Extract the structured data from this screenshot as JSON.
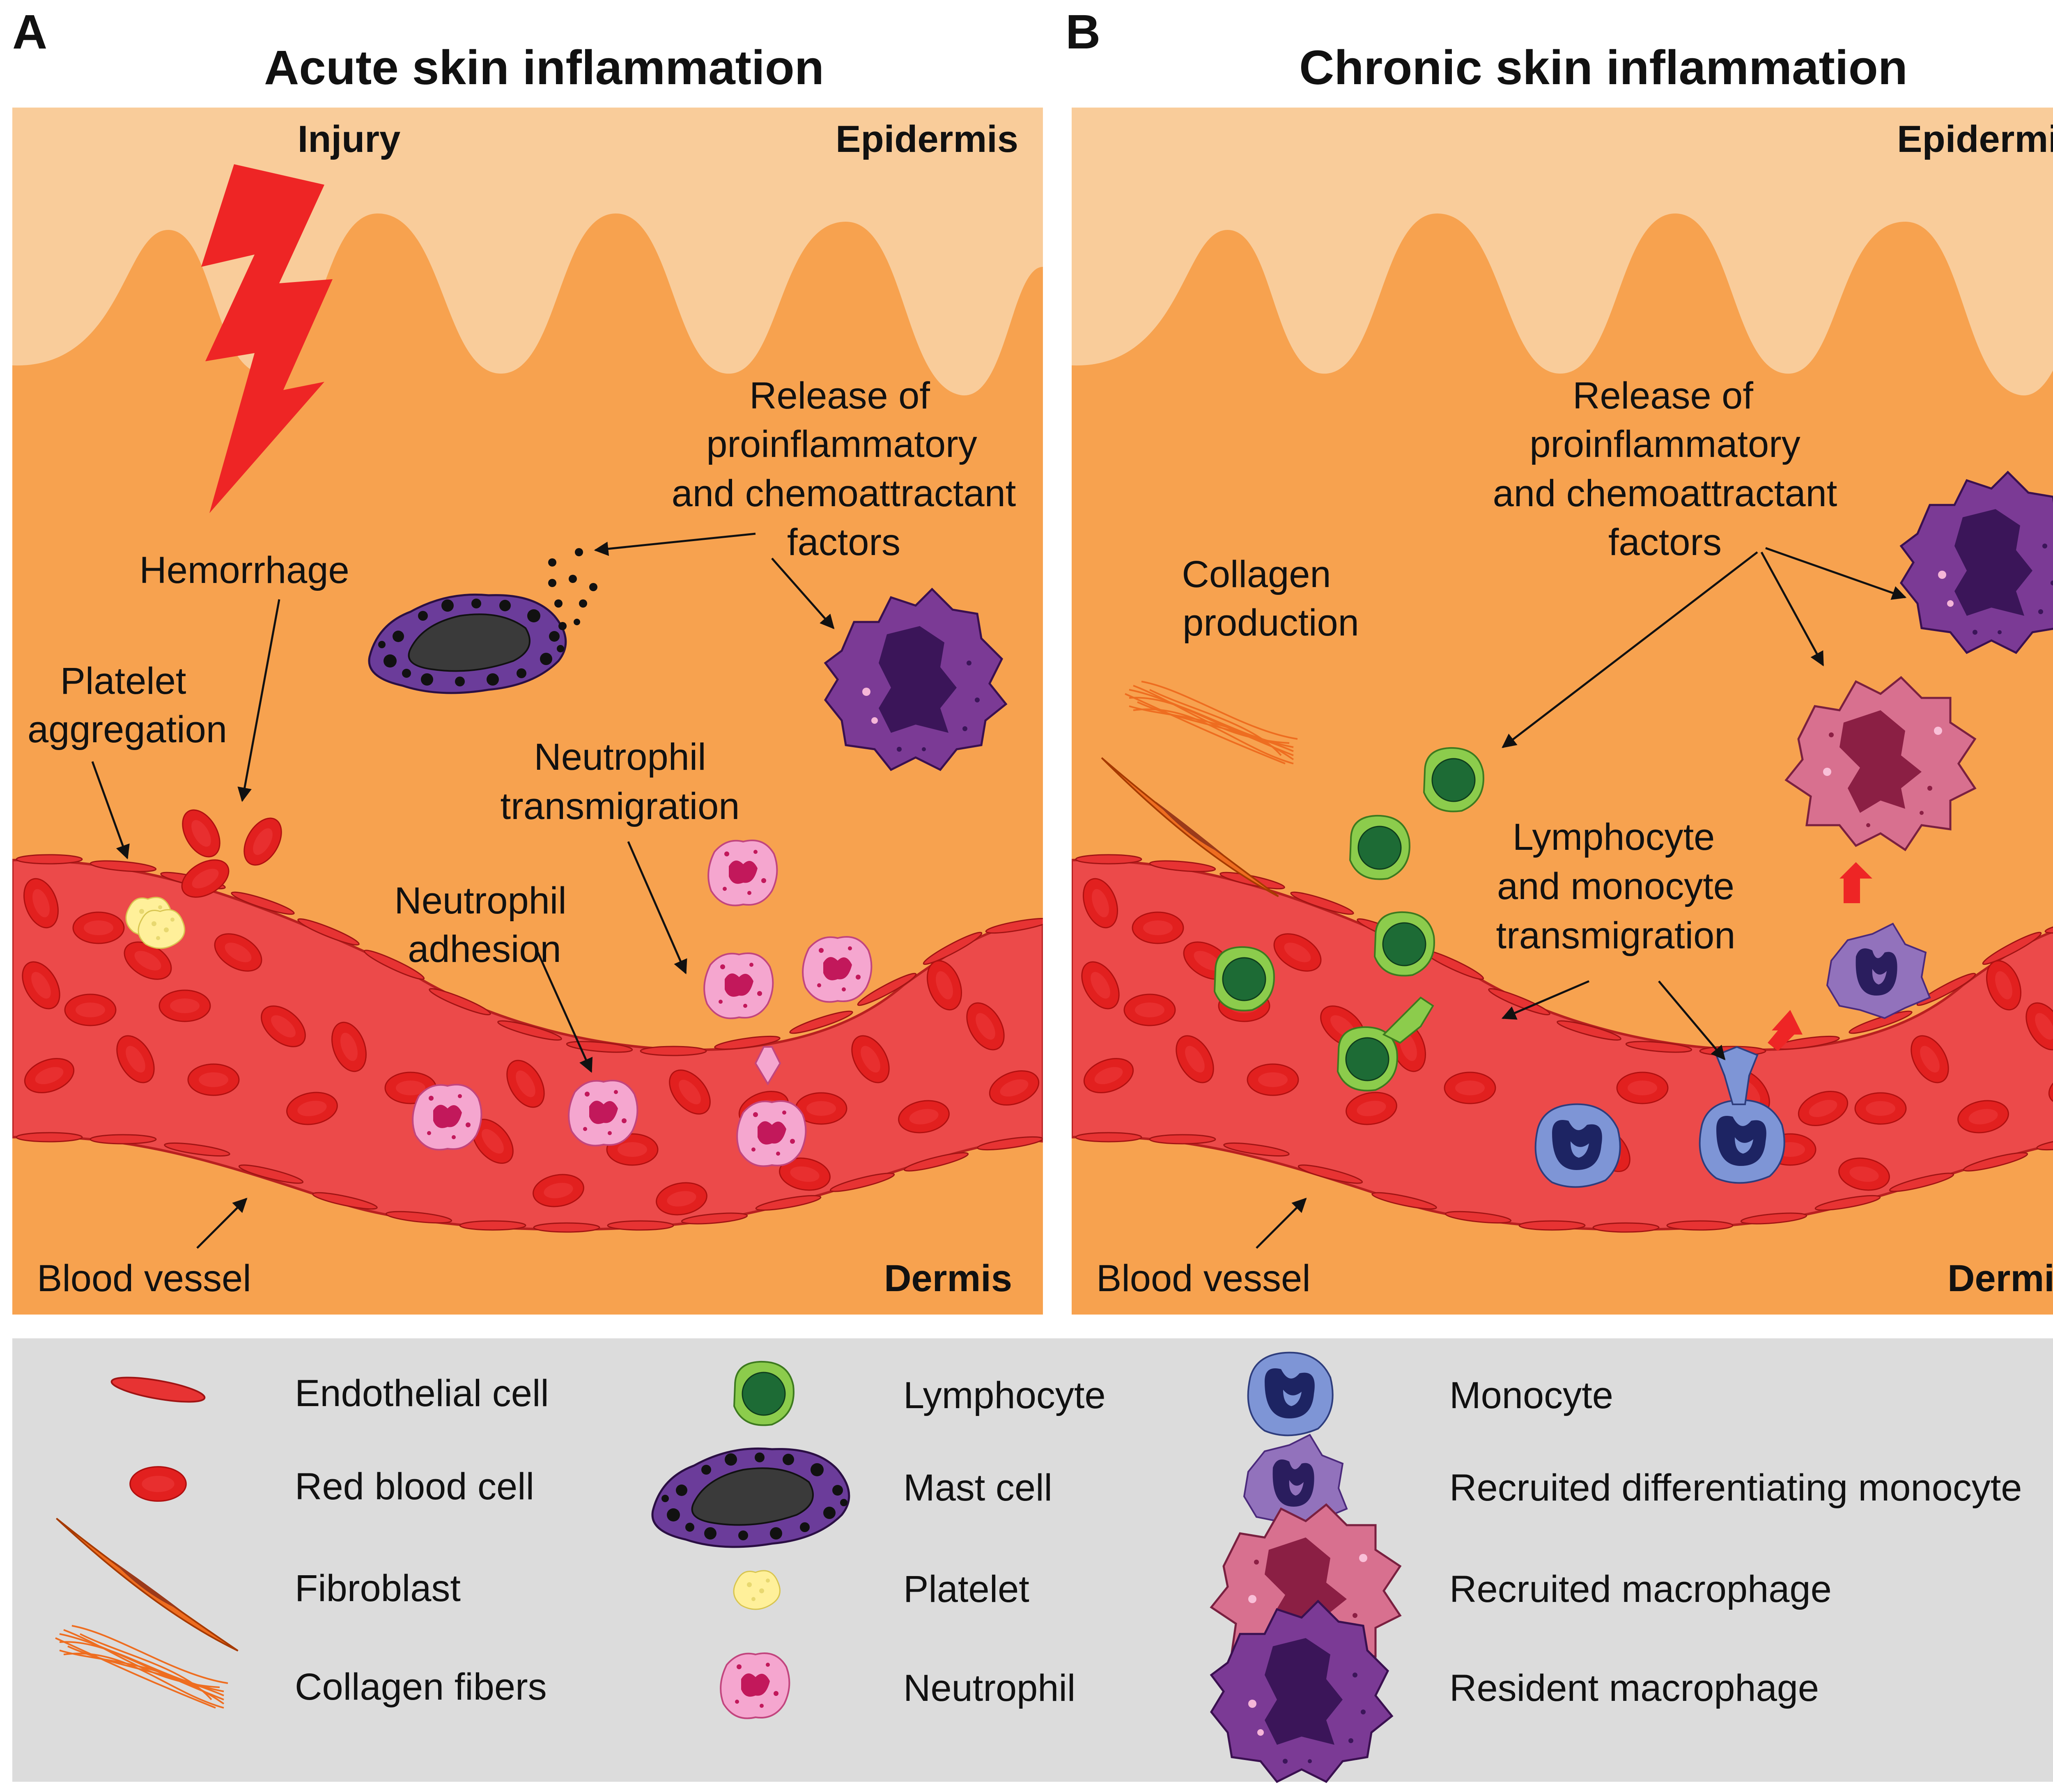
{
  "panels": [
    {
      "letter": "A",
      "title": "Acute skin inflammation",
      "labels": {
        "injury": "Injury",
        "epidermis": "Epidermis",
        "dermis": "Dermis",
        "release": [
          "Release of",
          "proinflammatory",
          "and chemoattractant",
          "factors"
        ],
        "hemorrhage": "Hemorrhage",
        "platelet_aggregation": [
          "Platelet",
          "aggregation"
        ],
        "neutrophil_transmigration": [
          "Neutrophil",
          "transmigration"
        ],
        "neutrophil_adhesion": [
          "Neutrophil",
          "adhesion"
        ],
        "blood_vessel": "Blood vessel"
      }
    },
    {
      "letter": "B",
      "title": "Chronic skin inflammation",
      "labels": {
        "epidermis": "Epidermis",
        "dermis": "Dermis",
        "release": [
          "Release of",
          "proinflammatory",
          "and chemoattractant",
          "factors"
        ],
        "collagen_production": [
          "Collagen",
          "production"
        ],
        "lymph_mono_transmigration": [
          "Lymphocyte",
          "and  monocyte",
          "transmigration"
        ],
        "blood_vessel": "Blood vessel"
      }
    }
  ],
  "legend": [
    {
      "label": "Endothelial cell",
      "icon": "endothelial-cell-icon"
    },
    {
      "label": "Red blood cell",
      "icon": "red-blood-cell-icon"
    },
    {
      "label": "Fibroblast",
      "icon": "fibroblast-icon"
    },
    {
      "label": "Collagen fibers",
      "icon": "collagen-fibers-icon"
    },
    {
      "label": "Lymphocyte",
      "icon": "lymphocyte-icon"
    },
    {
      "label": "Mast cell",
      "icon": "mast-cell-icon"
    },
    {
      "label": "Platelet",
      "icon": "platelet-icon"
    },
    {
      "label": "Neutrophil",
      "icon": "neutrophil-icon"
    },
    {
      "label": "Monocyte",
      "icon": "monocyte-icon"
    },
    {
      "label": "Recruited differentiating monocyte",
      "icon": "differentiating-monocyte-icon"
    },
    {
      "label": "Recruited macrophage",
      "icon": "recruited-macrophage-icon"
    },
    {
      "label": "Resident macrophage",
      "icon": "resident-macrophage-icon"
    }
  ],
  "colors": {
    "epidermis": "#f9cc9a",
    "dermis": "#f7a24f",
    "vessel": "#ec4a4a",
    "rbc": "#e2201f",
    "lightning": "#ee2525",
    "legend_bg": "#dcdcdc",
    "neutrophil": "#f5a6cf",
    "lymphocyte": "#8ccc4c",
    "monocyte": "#7e95d6",
    "mast_cell": "#6b3c9a",
    "resident_macrophage": "#7b3a95",
    "recruited_macrophage": "#d8708f",
    "differentiating_monocyte": "#9272bc",
    "fibroblast": "#ee6d20"
  }
}
